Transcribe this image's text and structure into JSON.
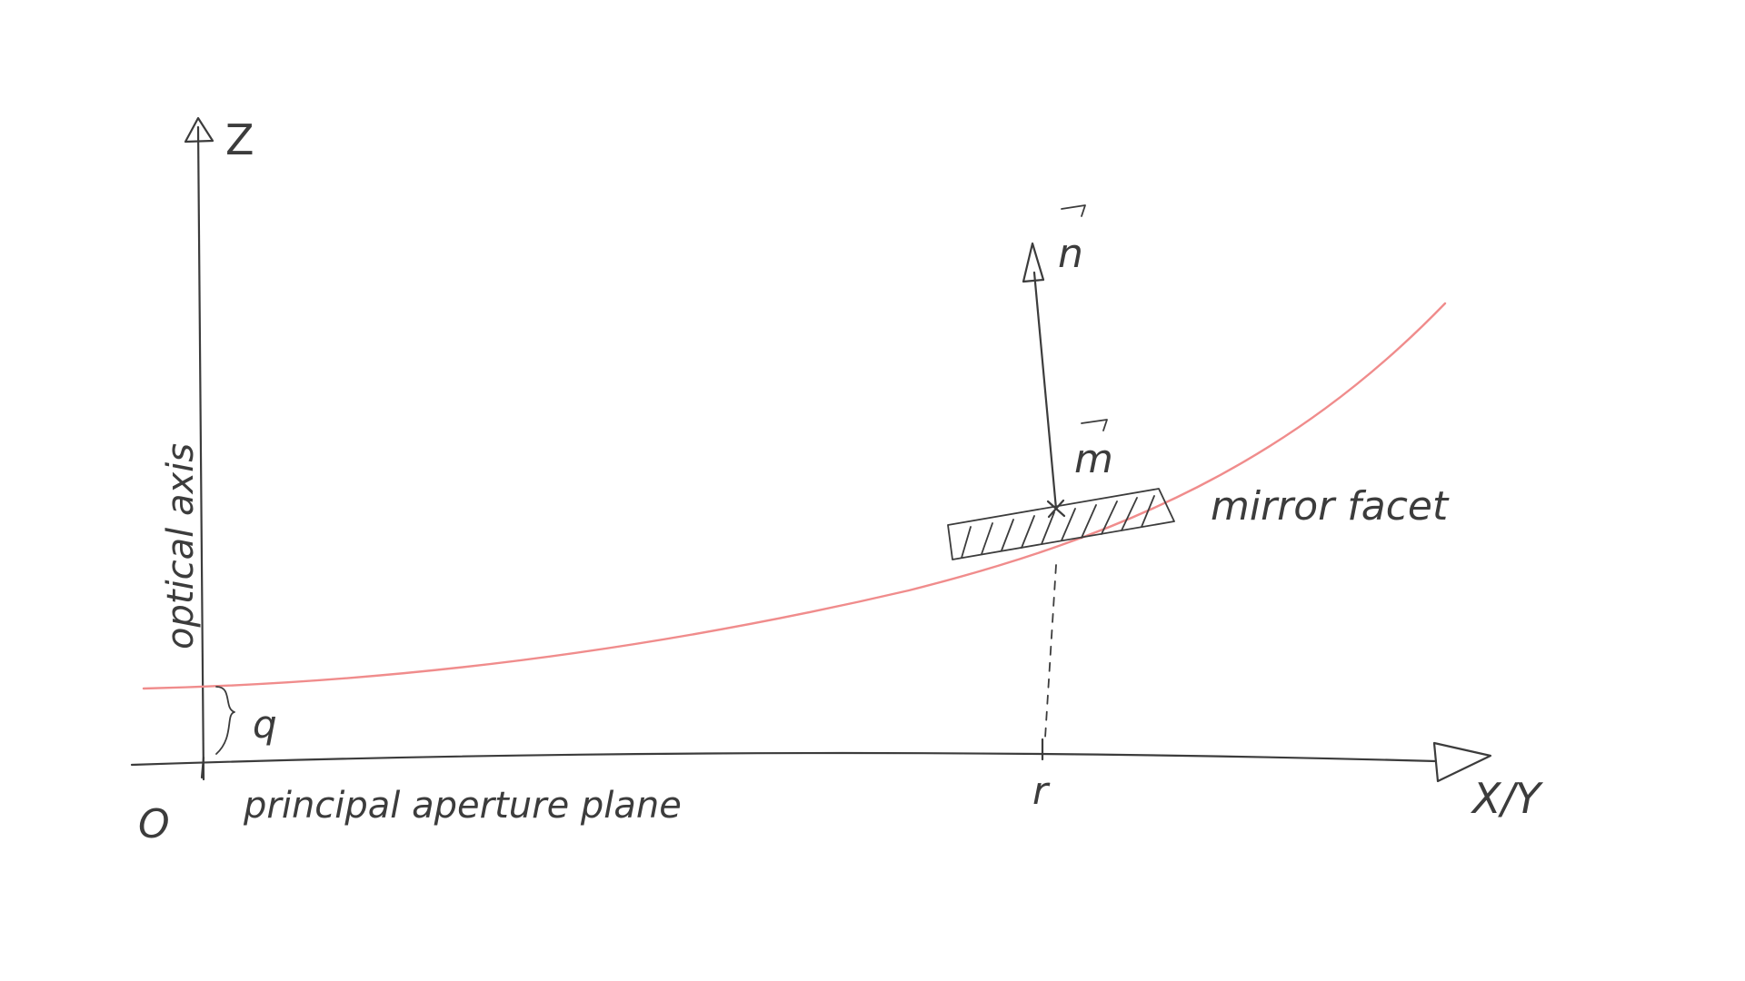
{
  "labels": {
    "z_axis": "Z",
    "horizontal_axis": "X/Y",
    "optical_axis": "optical axis",
    "origin": "O",
    "principal_aperture_plane": "principal aperture plane",
    "offset": "q",
    "radius": "r",
    "normal_vector": "n",
    "mirror_point": "m",
    "mirror_facet": "mirror facet"
  },
  "colors": {
    "ink": "#3c3c3c",
    "mirror_curve": "#f08c8c"
  }
}
